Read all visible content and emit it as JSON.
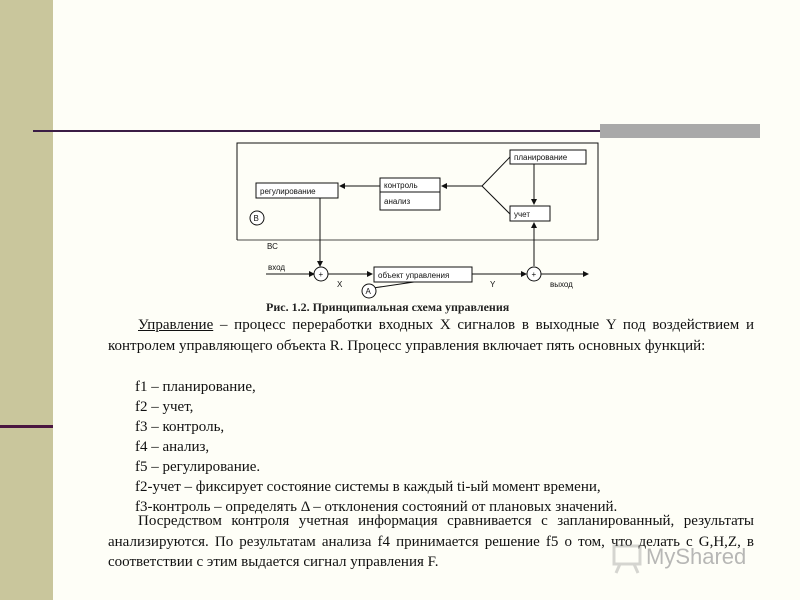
{
  "diagram": {
    "boxes": {
      "planning": "планирование",
      "control_analysis_top": "контроль",
      "control_analysis_bottom": "анализ",
      "regulation": "регулирование",
      "accounting": "учет",
      "object": "объект управления"
    },
    "labels": {
      "b": "В",
      "bc": "ВС",
      "input": "вход",
      "x": "X",
      "a": "А",
      "y": "Y",
      "output": "выход",
      "plus": "+"
    }
  },
  "caption": "Рис. 1.2. Принципиальная схема управления",
  "text": {
    "intro_term": "Управление",
    "intro_rest": " – процесс переработки входных X сигналов в выходные Y под воздействием и контролем управляющего объекта R. Процесс управления включает пять основных функций:",
    "f1": "f1 – планирование,",
    "f2": "f2 – учет,",
    "f3": "f3 – контроль,",
    "f4": "f4 – анализ,",
    "f5": "f5 – регулирование.",
    "f2_desc": "f2-учет – фиксирует состояние системы в каждый ti-ый момент времени,",
    "f3_desc": "f3-контроль – определять Δ – отклонения состояний от плановых значений.",
    "closing": "Посредством контроля учетная информация сравнивается с запланированный, результаты анализируются. По результатам анализа f4 принимается решение f5 о том, что делать с G,H,Z, в соответствии с этим выдается сигнал управления F."
  },
  "watermark": "MyShared",
  "colors": {
    "sidebar": "#c9c69c",
    "rule": "#3b1d45",
    "background": "#fefef7"
  }
}
